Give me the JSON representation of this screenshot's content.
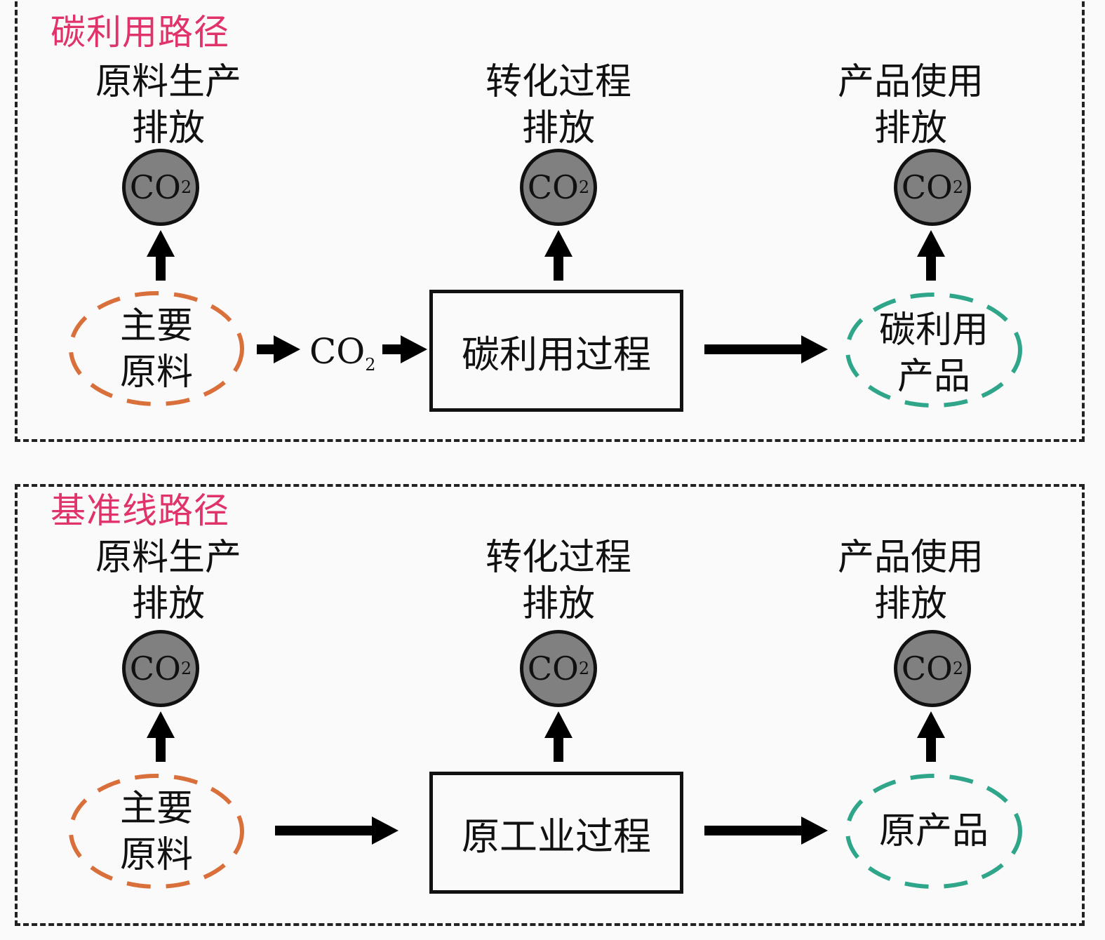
{
  "colors": {
    "title": "#e0336a",
    "feedstock_dash": "#d9703c",
    "product_dash": "#2fa58a",
    "co2_fill": "#808080",
    "border": "#222222"
  },
  "co2": {
    "main": "CO",
    "sub": "2"
  },
  "carbon_utilization": {
    "title": "碳利用路径",
    "feedstock_emission": {
      "line1": "原料生产",
      "line2": "排放"
    },
    "conversion_emission": {
      "line1": "转化过程",
      "line2": "排放"
    },
    "product_emission": {
      "line1": "产品使用",
      "line2": "排放"
    },
    "feedstock": {
      "line1": "主要",
      "line2": "原料"
    },
    "intermediate": "CO",
    "intermediate_sub": "2",
    "process": "碳利用过程",
    "product": {
      "line1": "碳利用",
      "line2": "产品"
    }
  },
  "baseline": {
    "title": "基准线路径",
    "feedstock_emission": {
      "line1": "原料生产",
      "line2": "排放"
    },
    "conversion_emission": {
      "line1": "转化过程",
      "line2": "排放"
    },
    "product_emission": {
      "line1": "产品使用",
      "line2": "排放"
    },
    "feedstock": {
      "line1": "主要",
      "line2": "原料"
    },
    "process": "原工业过程",
    "product": "原产品"
  }
}
